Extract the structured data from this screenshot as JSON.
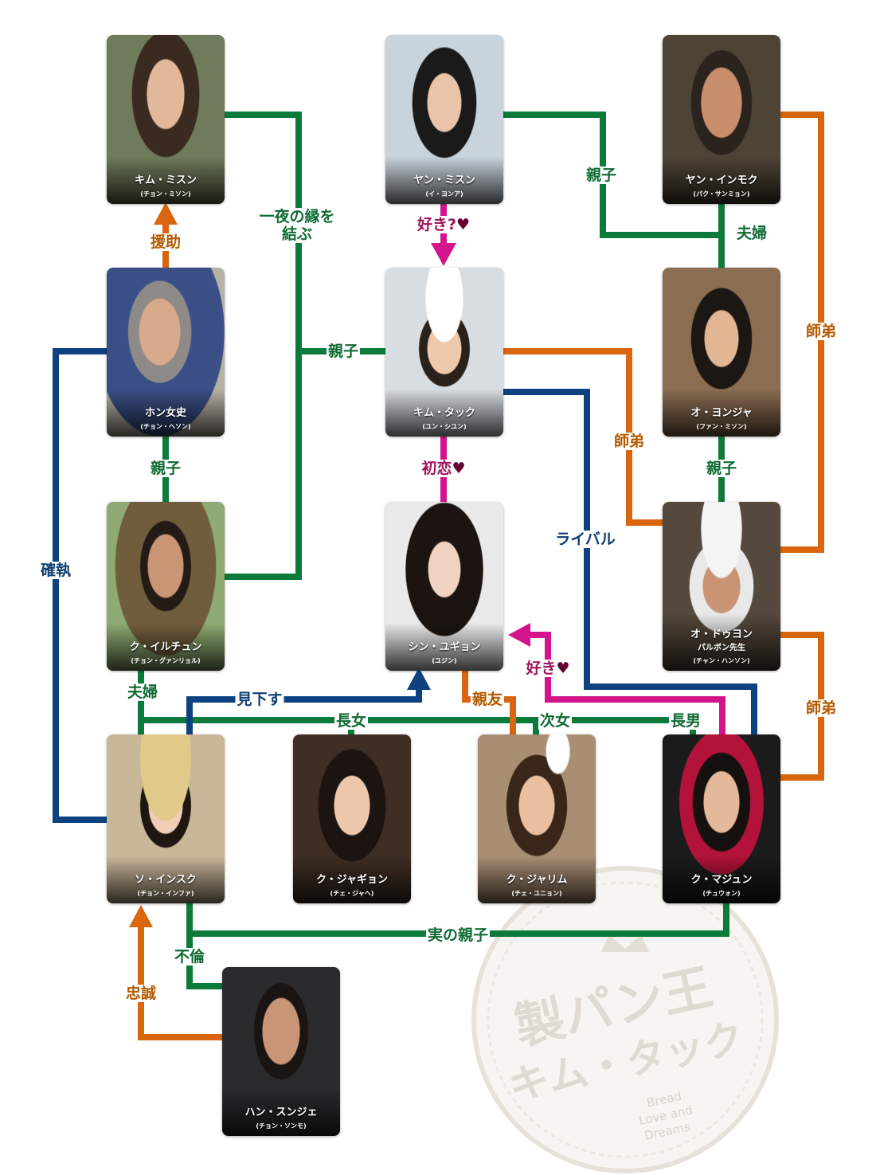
{
  "colors": {
    "green": "#0c7a3a",
    "orange": "#d9660e",
    "pink": "#d4148c",
    "blue": "#0d4180",
    "label_green": "#0f6a34",
    "label_orange": "#b35a00",
    "label_pink": "#a0135a",
    "label_blue": "#0f3f73",
    "heart": "#660033"
  },
  "characters": {
    "kim_misun": {
      "name": "キム・ミスン",
      "actor": "(チョン・ミソン)"
    },
    "yang_misun": {
      "name": "ヤン・ミスン",
      "actor": "(イ・ヨンア)"
    },
    "yang_inmok": {
      "name": "ヤン・インモク",
      "actor": "(パク・サンミョン)"
    },
    "hong": {
      "name": "ホン女史",
      "actor": "(チョン・ヘソン)"
    },
    "kim_tak": {
      "name": "キム・タック",
      "actor": "(ユン・シユン)"
    },
    "oh_yongja": {
      "name": "オ・ヨンジャ",
      "actor": "(ファン・ミソン)"
    },
    "gu_ilchun": {
      "name": "ク・イルチュン",
      "actor": "(チョン・グァンリョル)"
    },
    "shin_yukyung": {
      "name": "シン・ユギョン",
      "actor": "(ユジン)"
    },
    "oh_doyon": {
      "name": "オ・ドゥヨン",
      "extra": "パルボン先生",
      "actor": "(チャン・ハンソン)"
    },
    "seo_insuk": {
      "name": "ソ・インスク",
      "actor": "(チョン・インファ)"
    },
    "gu_jakyung": {
      "name": "ク・ジャギョン",
      "actor": "(チェ・ジャヘ)"
    },
    "gu_jarim": {
      "name": "ク・ジャリム",
      "actor": "(チェ・ユニョン)"
    },
    "gu_majun": {
      "name": "ク・マジュン",
      "actor": "(チュウォン)"
    },
    "han_sunje": {
      "name": "ハン・スンジェ",
      "actor": "(チョン・ソンモ)"
    }
  },
  "relations": {
    "enjo": "援助",
    "ichiya_1": "一夜の縁を",
    "ichiya_2": "結ぶ",
    "oyako_yang": "親子",
    "suki_q": "好き?",
    "fufu_yang": "夫婦",
    "shitei_right": "師弟",
    "oyako_center": "親子",
    "shitei_mid": "師弟",
    "oyako_hong": "親子",
    "hatsukoi": "初恋",
    "oyako_oh": "親子",
    "rival": "ライバル",
    "kakushitsu": "確執",
    "suki": "好き",
    "shitei_bottom": "師弟",
    "fufu_gu": "夫婦",
    "mikudasu": "見下す",
    "shinyu": "親友",
    "chojo": "長女",
    "jijo": "次女",
    "chonan": "長男",
    "jitsu_oyako": "実の親子",
    "furin": "不倫",
    "chusei": "忠誠",
    "heart": "♥"
  },
  "watermark": {
    "title_top": "製パン王",
    "title_bottom": "キム・タック",
    "subtitle_1": "Bread",
    "subtitle_2": "Love and",
    "subtitle_3": "Dreams"
  }
}
